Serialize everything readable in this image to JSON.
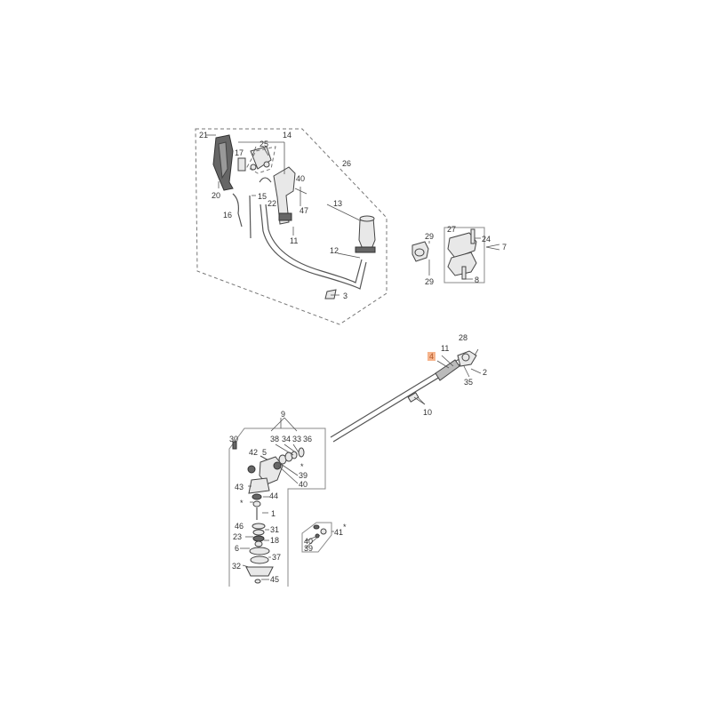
{
  "diagram": {
    "type": "exploded-parts-diagram",
    "highlight_color": "#f6b48d",
    "groups": [
      {
        "name": "handle-assembly",
        "labels": [
          "21",
          "14",
          "25",
          "17",
          "26",
          "20",
          "40",
          "15",
          "22",
          "16",
          "47",
          "13",
          "11",
          "12",
          "3"
        ]
      },
      {
        "name": "clamp-assembly",
        "labels": [
          "29",
          "27",
          "24",
          "7",
          "29",
          "8"
        ]
      },
      {
        "name": "drive-shaft",
        "labels": [
          "28",
          "11",
          "4",
          "2",
          "35",
          "10"
        ]
      },
      {
        "name": "gearbox-assembly",
        "labels": [
          "9",
          "30",
          "38",
          "34",
          "33",
          "36",
          "42",
          "5",
          "*",
          "39",
          "40",
          "43",
          "44",
          "*",
          "1",
          "46",
          "31",
          "23",
          "18",
          "6",
          "37",
          "32",
          "45"
        ]
      },
      {
        "name": "small-kit",
        "labels": [
          "40",
          "39",
          "41",
          "*"
        ]
      }
    ],
    "highlighted_part": "4"
  },
  "labels": {
    "l21": "21",
    "l14": "14",
    "l25": "25",
    "l17": "17",
    "l26": "26",
    "l20": "20",
    "l40a": "40",
    "l15": "15",
    "l22": "22",
    "l16": "16",
    "l47": "47",
    "l13": "13",
    "l11a": "11",
    "l12": "12",
    "l3": "3",
    "l29a": "29",
    "l27": "27",
    "l24": "24",
    "l7": "7",
    "l29b": "29",
    "l8": "8",
    "l28": "28",
    "l11b": "11",
    "l4": "4",
    "l2": "2",
    "l35": "35",
    "l10": "10",
    "l9": "9",
    "l30": "30",
    "l38": "38",
    "l34": "34",
    "l33": "33",
    "l36": "36",
    "l42": "42",
    "l5": "5",
    "lstar1": "*",
    "l39a": "39",
    "l40b": "40",
    "l43": "43",
    "l44": "44",
    "lstar2": "*",
    "l1": "1",
    "l46": "46",
    "l31": "31",
    "l23": "23",
    "l18": "18",
    "l6": "6",
    "l37": "37",
    "l32": "32",
    "l45": "45",
    "l40c": "40",
    "l39b": "39",
    "l41": "41",
    "lstar3": "*"
  }
}
